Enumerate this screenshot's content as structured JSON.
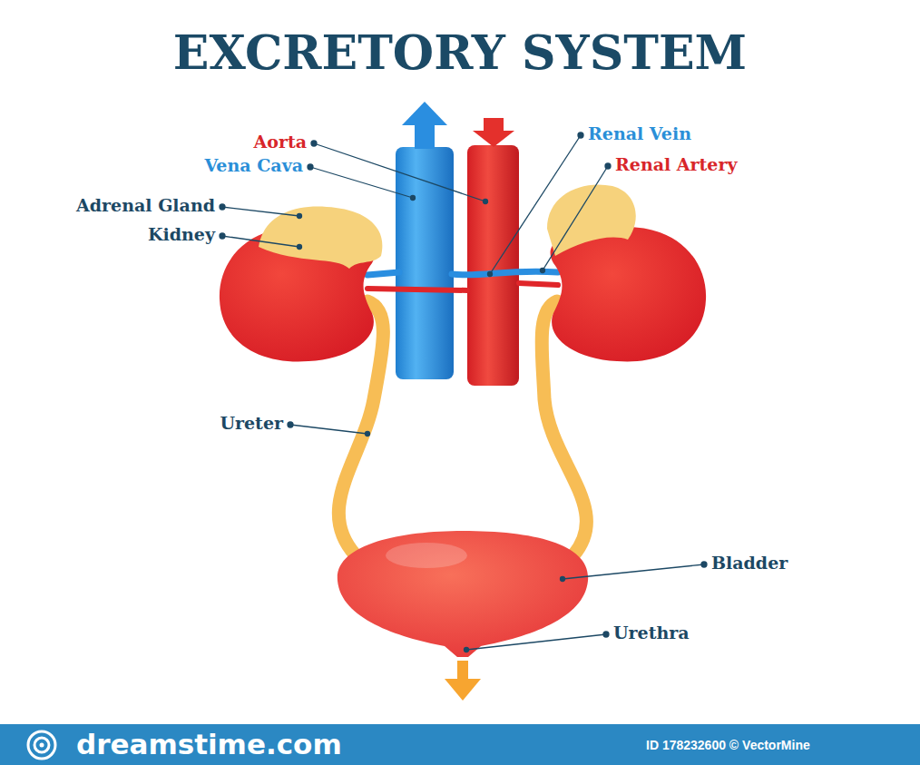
{
  "diagram": {
    "title": "EXCRETORY SYSTEM",
    "labels": [
      "Aorta",
      "Vena Cava",
      "Adrenal Gland",
      "Kidney",
      "Renal Vein",
      "Renal Artery",
      "Ureter",
      "Bladder",
      "Urethra",
      "dreamstime.com",
      "ID 178232600 © VectorMine"
    ]
  }
}
